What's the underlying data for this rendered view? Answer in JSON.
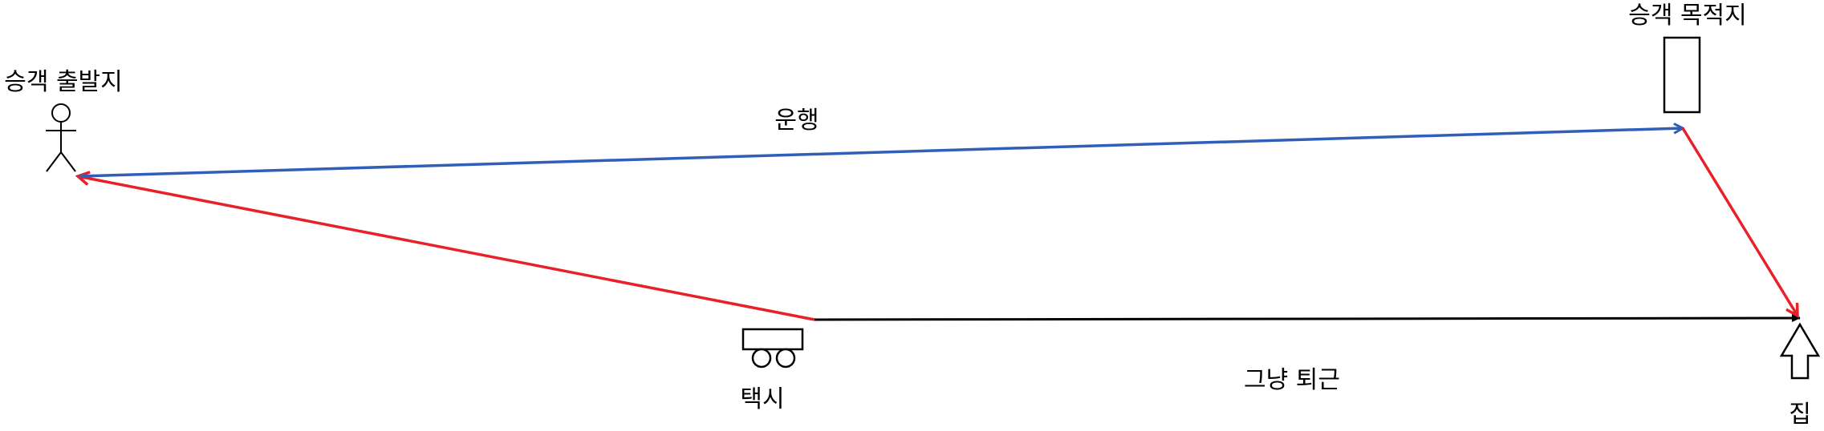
{
  "labels": {
    "origin": "승객 출발지",
    "destination": "승객 목적지",
    "drive": "운행",
    "taxi": "택시",
    "commute": "그냥 퇴근",
    "home": "집"
  },
  "colors": {
    "drive_route": "#2f5fb8",
    "pickup_route": "#e8202a",
    "commute_route": "#000000",
    "outline": "#000000"
  },
  "icons": {
    "origin": "person-icon",
    "destination": "building-icon",
    "taxi": "car-icon",
    "home": "house-arrow-icon"
  }
}
